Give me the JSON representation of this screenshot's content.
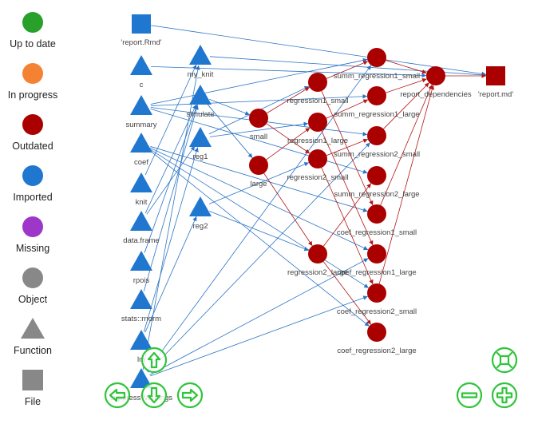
{
  "legend": [
    {
      "label": "Up to date",
      "shape": "circle",
      "color": "#27a12a"
    },
    {
      "label": "In progress",
      "shape": "circle",
      "color": "#f58232"
    },
    {
      "label": "Outdated",
      "shape": "circle",
      "color": "#aa0000"
    },
    {
      "label": "Imported",
      "shape": "circle",
      "color": "#1f77d0"
    },
    {
      "label": "Missing",
      "shape": "circle",
      "color": "#9e37c9"
    },
    {
      "label": "Object",
      "shape": "circle",
      "color": "#888888"
    },
    {
      "label": "Function",
      "shape": "triangle",
      "color": "#888888"
    },
    {
      "label": "File",
      "shape": "square",
      "color": "#888888"
    }
  ],
  "colors": {
    "imported": "#1f77d0",
    "outdated": "#aa0000",
    "edge_imported": "#2b74c5",
    "edge_outdated": "#b01818",
    "nav": "#2fc43a"
  },
  "nodes": [
    {
      "id": "report_rmd",
      "label": "'report.Rmd'",
      "shape": "square",
      "status": "imported"
    },
    {
      "id": "c",
      "label": "c",
      "shape": "triangle",
      "status": "imported"
    },
    {
      "id": "my_knit",
      "label": "my_knit",
      "shape": "triangle",
      "status": "imported"
    },
    {
      "id": "summary",
      "label": "summary",
      "shape": "triangle",
      "status": "imported"
    },
    {
      "id": "simulate",
      "label": "simulate",
      "shape": "triangle",
      "status": "imported"
    },
    {
      "id": "coef",
      "label": "coef",
      "shape": "triangle",
      "status": "imported"
    },
    {
      "id": "reg1",
      "label": "reg1",
      "shape": "triangle",
      "status": "imported"
    },
    {
      "id": "knit",
      "label": "knit",
      "shape": "triangle",
      "status": "imported"
    },
    {
      "id": "reg2",
      "label": "reg2",
      "shape": "triangle",
      "status": "imported"
    },
    {
      "id": "data_frame",
      "label": "data.frame",
      "shape": "triangle",
      "status": "imported"
    },
    {
      "id": "rpois",
      "label": "rpois",
      "shape": "triangle",
      "status": "imported"
    },
    {
      "id": "stats_rnorm",
      "label": "stats::rnorm",
      "shape": "triangle",
      "status": "imported"
    },
    {
      "id": "lm",
      "label": "lm",
      "shape": "triangle",
      "status": "imported"
    },
    {
      "id": "suppress_warnings",
      "label": "suppressWarnings",
      "shape": "triangle",
      "status": "imported"
    },
    {
      "id": "small",
      "label": "small",
      "shape": "circle",
      "status": "outdated"
    },
    {
      "id": "large",
      "label": "large",
      "shape": "circle",
      "status": "outdated"
    },
    {
      "id": "regression1_small",
      "label": "regression1_small",
      "shape": "circle",
      "status": "outdated"
    },
    {
      "id": "regression1_large",
      "label": "regression1_large",
      "shape": "circle",
      "status": "outdated"
    },
    {
      "id": "regression2_small",
      "label": "regression2_small",
      "shape": "circle",
      "status": "outdated"
    },
    {
      "id": "regression2_large",
      "label": "regression2_large",
      "shape": "circle",
      "status": "outdated"
    },
    {
      "id": "summ_regression1_small",
      "label": "summ_regression1_small",
      "shape": "circle",
      "status": "outdated"
    },
    {
      "id": "summ_regression1_large",
      "label": "summ_regression1_large",
      "shape": "circle",
      "status": "outdated"
    },
    {
      "id": "summ_regression2_small",
      "label": "summ_regression2_small",
      "shape": "circle",
      "status": "outdated"
    },
    {
      "id": "summ_regression2_large",
      "label": "summ_regression2_large",
      "shape": "circle",
      "status": "outdated"
    },
    {
      "id": "coef_regression1_small",
      "label": "coef_regression1_small",
      "shape": "circle",
      "status": "outdated"
    },
    {
      "id": "coef_regression1_large",
      "label": "coef_regression1_large",
      "shape": "circle",
      "status": "outdated"
    },
    {
      "id": "coef_regression2_small",
      "label": "coef_regression2_small",
      "shape": "circle",
      "status": "outdated"
    },
    {
      "id": "coef_regression2_large",
      "label": "coef_regression2_large",
      "shape": "circle",
      "status": "outdated"
    },
    {
      "id": "report_dependencies",
      "label": "report_dependencies",
      "shape": "circle",
      "status": "outdated"
    },
    {
      "id": "report_md",
      "label": "'report.md'",
      "shape": "square",
      "status": "outdated"
    }
  ],
  "edges": [
    [
      "report_rmd",
      "report_md"
    ],
    [
      "c",
      "report_dependencies"
    ],
    [
      "my_knit",
      "report_md"
    ],
    [
      "summary",
      "summ_regression1_small"
    ],
    [
      "summary",
      "summ_regression1_large"
    ],
    [
      "summary",
      "summ_regression2_small"
    ],
    [
      "summary",
      "summ_regression2_large"
    ],
    [
      "coef",
      "coef_regression1_small"
    ],
    [
      "coef",
      "coef_regression1_large"
    ],
    [
      "coef",
      "coef_regression2_small"
    ],
    [
      "coef",
      "coef_regression2_large"
    ],
    [
      "simulate",
      "small"
    ],
    [
      "simulate",
      "large"
    ],
    [
      "reg1",
      "regression1_small"
    ],
    [
      "reg1",
      "regression1_large"
    ],
    [
      "reg2",
      "regression2_small"
    ],
    [
      "reg2",
      "regression2_large"
    ],
    [
      "knit",
      "my_knit"
    ],
    [
      "data_frame",
      "simulate"
    ],
    [
      "data_frame",
      "reg1"
    ],
    [
      "rpois",
      "simulate"
    ],
    [
      "stats_rnorm",
      "simulate"
    ],
    [
      "lm",
      "reg1"
    ],
    [
      "lm",
      "reg2"
    ],
    [
      "suppress_warnings",
      "summ_regression1_small"
    ],
    [
      "suppress_warnings",
      "summ_regression2_small"
    ],
    [
      "suppress_warnings",
      "coef_regression1_large"
    ],
    [
      "suppress_warnings",
      "coef_regression2_small"
    ],
    [
      "suppress_warnings",
      "my_knit"
    ],
    [
      "small",
      "regression1_small"
    ],
    [
      "small",
      "regression2_small"
    ],
    [
      "large",
      "regression1_large"
    ],
    [
      "large",
      "regression2_large"
    ],
    [
      "regression1_small",
      "summ_regression1_small"
    ],
    [
      "regression1_small",
      "coef_regression1_small"
    ],
    [
      "regression1_large",
      "summ_regression1_large"
    ],
    [
      "regression1_large",
      "coef_regression1_large"
    ],
    [
      "regression2_small",
      "summ_regression2_small"
    ],
    [
      "regression2_small",
      "coef_regression2_small"
    ],
    [
      "regression2_large",
      "summ_regression2_large"
    ],
    [
      "regression2_large",
      "coef_regression2_large"
    ],
    [
      "summ_regression1_small",
      "report_dependencies"
    ],
    [
      "summ_regression1_large",
      "report_dependencies"
    ],
    [
      "summ_regression2_small",
      "report_dependencies"
    ],
    [
      "coef_regression1_small",
      "report_dependencies"
    ],
    [
      "coef_regression2_small",
      "report_dependencies"
    ],
    [
      "report_dependencies",
      "report_md"
    ]
  ],
  "navigation": {
    "up": "arrow-up-icon",
    "down": "arrow-down-icon",
    "left": "arrow-left-icon",
    "right": "arrow-right-icon",
    "zoom_out": "minus-icon",
    "zoom_in": "plus-icon",
    "fit": "fit-to-screen-icon"
  }
}
